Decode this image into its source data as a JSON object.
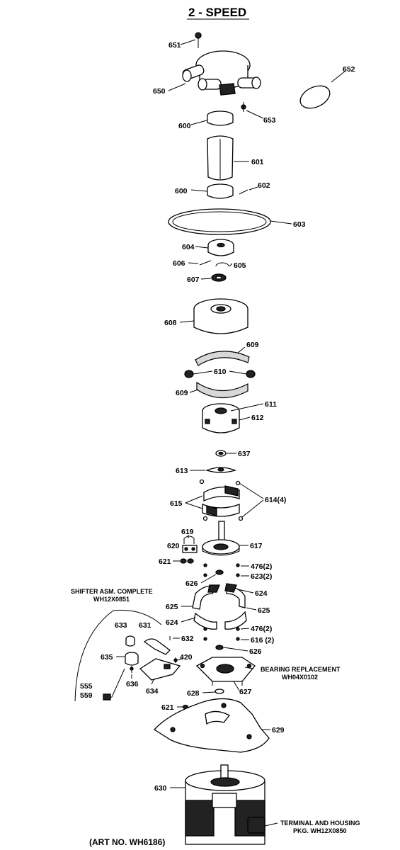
{
  "title": "2 - SPEED",
  "art_number": "(ART NO. WH6186)",
  "labels": {
    "p651": "651",
    "p650": "650",
    "p652": "652",
    "p653": "653",
    "p600a": "600",
    "p601": "601",
    "p600b": "600",
    "p602": "602",
    "p603": "603",
    "p604": "604",
    "p606": "606",
    "p605": "605",
    "p607": "607",
    "p608": "608",
    "p609a": "609",
    "p610": "610",
    "p609b": "609",
    "p611": "611",
    "p612": "612",
    "p637": "637",
    "p613": "613",
    "p615": "615",
    "p614": "614(4)",
    "p619": "619",
    "p620": "620",
    "p621a": "621",
    "p617": "617",
    "p476a": "476(2)",
    "p623": "623(2)",
    "p626a": "626",
    "p624a": "624",
    "p625a": "625",
    "p625b": "625",
    "p624b": "624",
    "p476b": "476(2)",
    "p616": "616 (2)",
    "p626b": "626",
    "p633": "633",
    "p631": "631",
    "p632": "632",
    "p635": "635",
    "p420": "420",
    "p636": "636",
    "p634": "634",
    "p555": "555",
    "p559": "559",
    "p628": "628",
    "p627": "627",
    "p621b": "621",
    "p629": "629",
    "p630": "630"
  },
  "notes": {
    "shifter_line1": "SHIFTER ASM. COMPLETE",
    "shifter_line2": "WH12X0851",
    "bearing_line1": "BEARING REPLACEMENT",
    "bearing_line2": "WH04X0102",
    "terminal_line1": "TERMINAL AND HOUSING",
    "terminal_line2": "PKG. WH12X0850"
  }
}
